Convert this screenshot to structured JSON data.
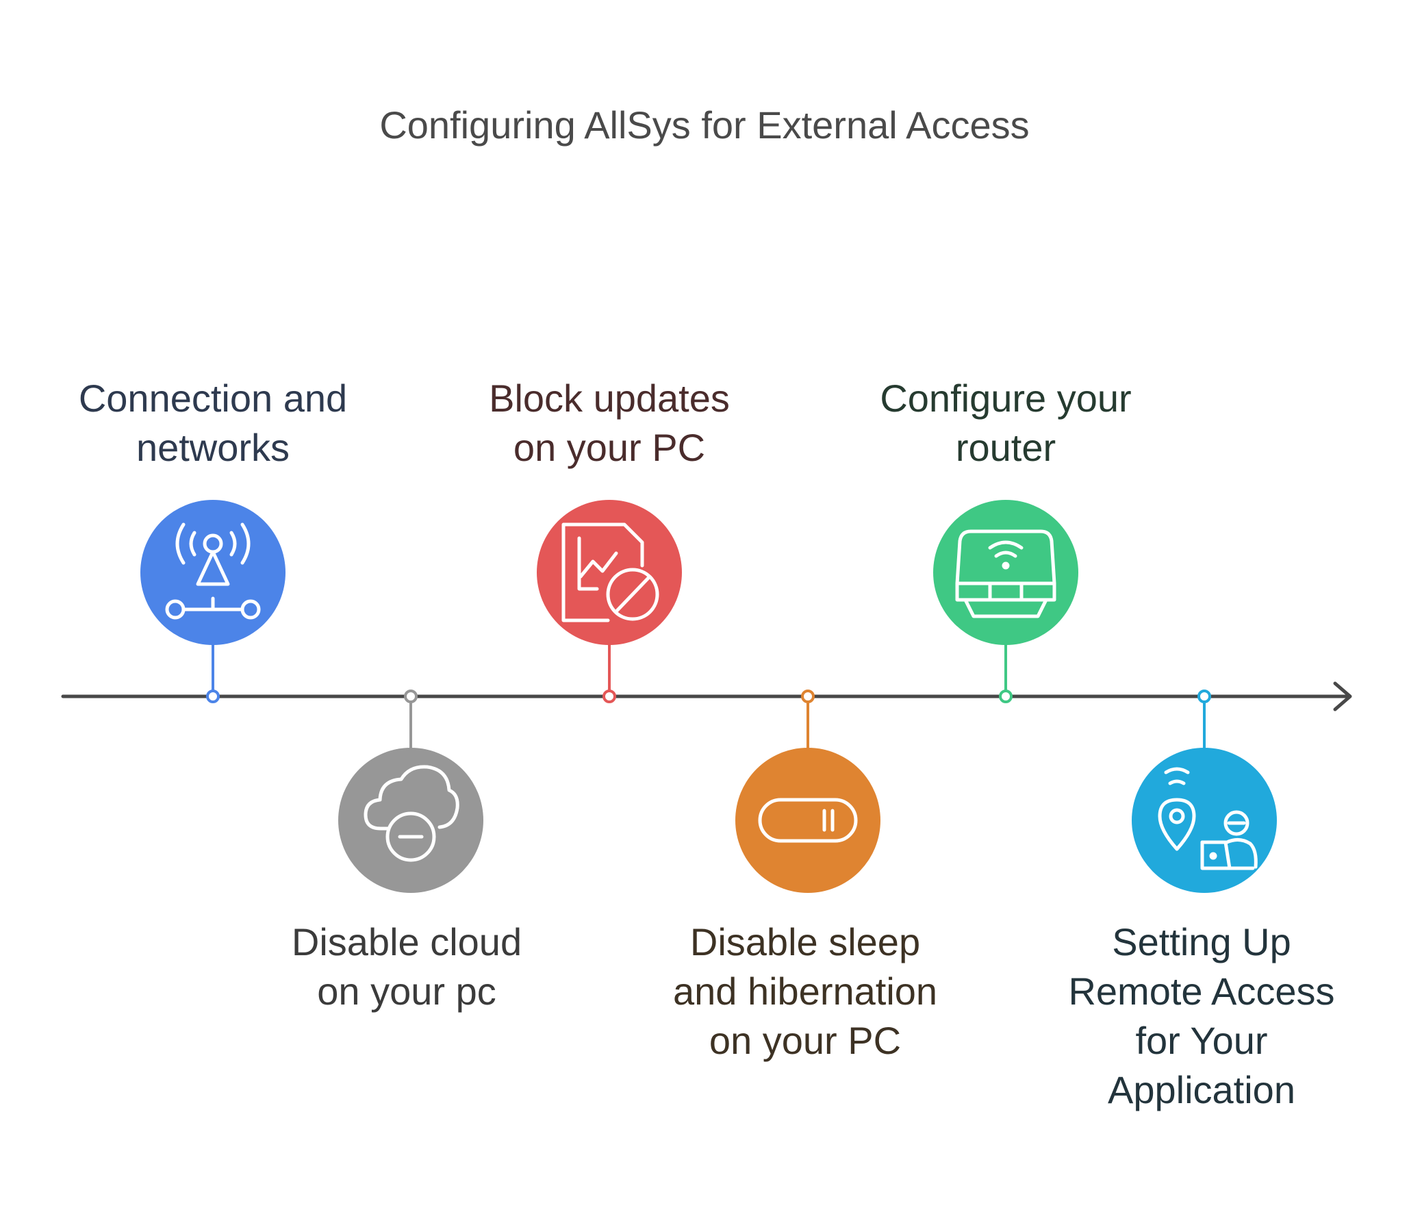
{
  "title": "Configuring AllSys for External Access",
  "steps": [
    {
      "lines": [
        "Connection and",
        "networks"
      ],
      "icon": "network-antenna-icon",
      "color": "#4c84e8",
      "text_color": "#2e3a4f",
      "position": "top"
    },
    {
      "lines": [
        "Disable cloud",
        "on your pc"
      ],
      "icon": "cloud-minus-icon",
      "color": "#979797",
      "text_color": "#3b3b3b",
      "position": "bottom"
    },
    {
      "lines": [
        "Block updates",
        "on your PC"
      ],
      "icon": "blocked-chart-document-icon",
      "color": "#e45757",
      "text_color": "#4a2c2c",
      "position": "top"
    },
    {
      "lines": [
        "Disable sleep",
        "and hibernation",
        "on your PC"
      ],
      "icon": "toggle-switch-icon",
      "color": "#df8431",
      "text_color": "#3d3224",
      "position": "bottom"
    },
    {
      "lines": [
        "Configure your",
        "router"
      ],
      "icon": "wifi-router-icon",
      "color": "#3fc884",
      "text_color": "#263b30",
      "position": "top"
    },
    {
      "lines": [
        "Setting Up",
        "Remote Access",
        "for Your",
        "Application"
      ],
      "icon": "remote-location-user-icon",
      "color": "#21a9dc",
      "text_color": "#23343c",
      "position": "bottom"
    }
  ],
  "axis_color": "#484848"
}
